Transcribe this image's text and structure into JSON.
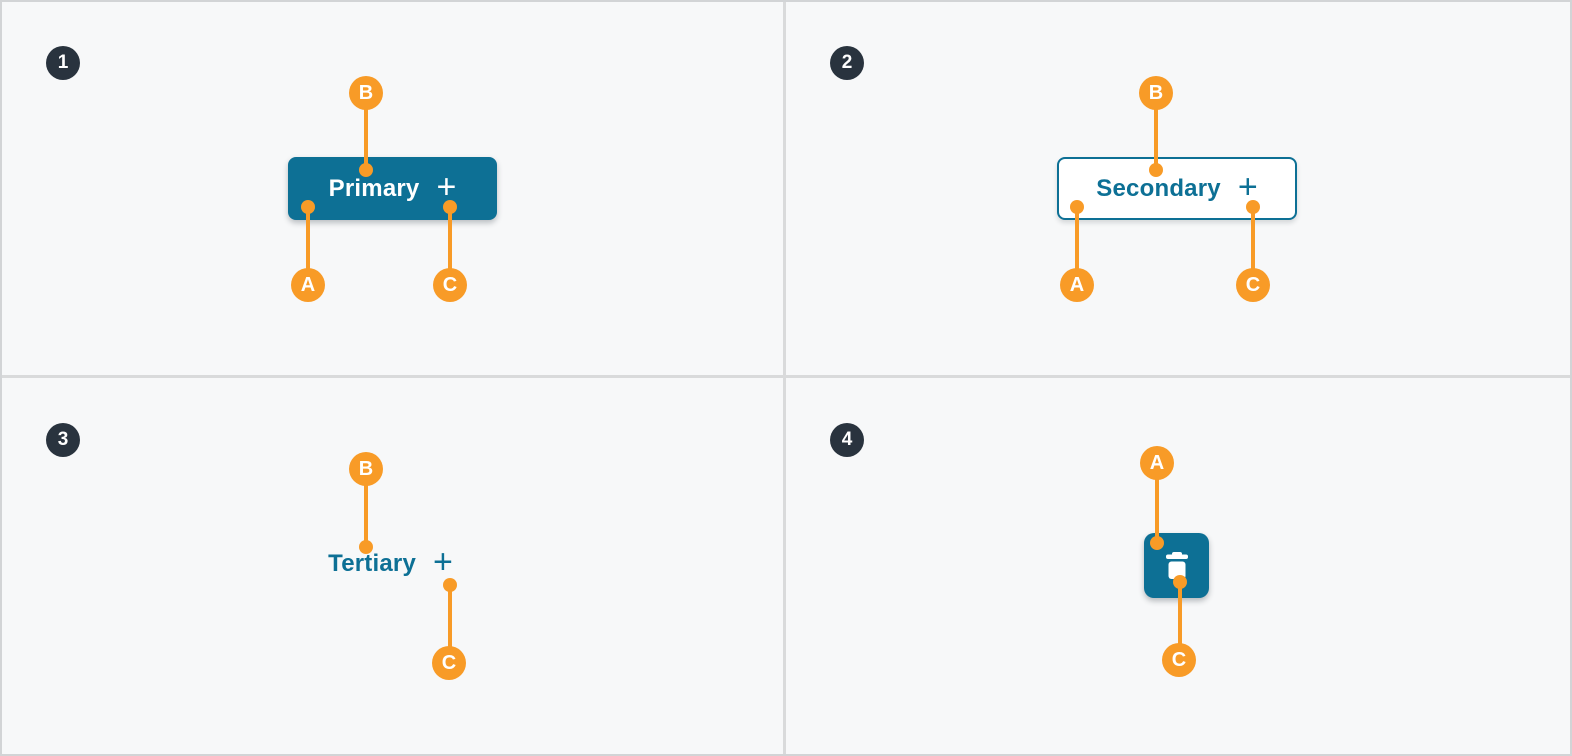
{
  "colors": {
    "teal": "#0D7095",
    "orange": "#F89B27",
    "badge_bg": "#29333E",
    "panel_bg": "#F7F8F9",
    "divider": "#D9DADB",
    "frame_border": "#D2D4D6",
    "on_teal": "#FFFFFF"
  },
  "panels": [
    {
      "number": "1",
      "variant": "primary",
      "button": {
        "label": "Primary",
        "icon_glyph": "+"
      },
      "markers": {
        "a": "A",
        "b": "B",
        "c": "C"
      }
    },
    {
      "number": "2",
      "variant": "secondary",
      "button": {
        "label": "Secondary",
        "icon_glyph": "+"
      },
      "markers": {
        "a": "A",
        "b": "B",
        "c": "C"
      }
    },
    {
      "number": "3",
      "variant": "tertiary",
      "button": {
        "label": "Tertiary",
        "icon_glyph": "+"
      },
      "markers": {
        "b": "B",
        "c": "C"
      }
    },
    {
      "number": "4",
      "variant": "icon-only",
      "button": {
        "icon_name": "trash"
      },
      "markers": {
        "a": "A",
        "c": "C"
      }
    }
  ]
}
